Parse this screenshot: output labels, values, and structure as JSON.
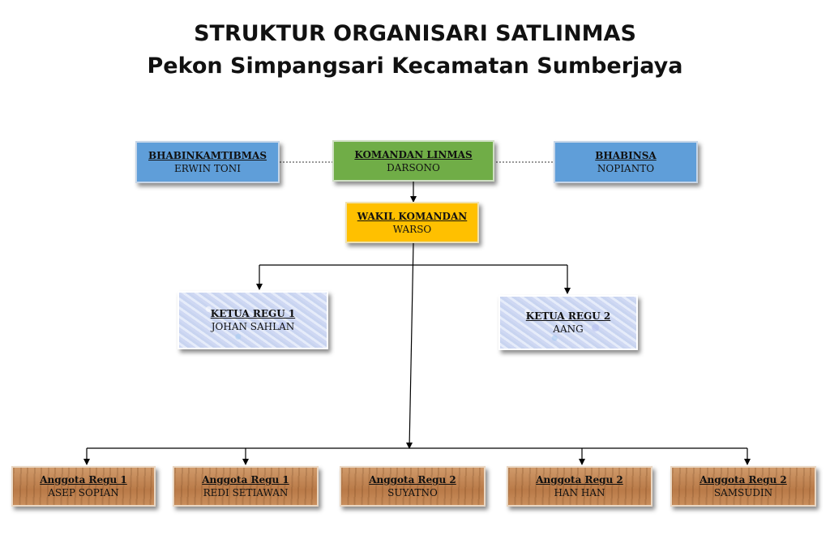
{
  "title": {
    "line1": "STRUKTUR ORGANISARI SATLINMAS",
    "line2": "Pekon Simpangsari Kecamatan Sumberjaya"
  },
  "nodes": {
    "bhabinkamtibmas": {
      "role": "BHABINKAMTIBMAS",
      "name": "ERWIN TONI"
    },
    "komandan": {
      "role": "KOMANDAN LINMAS",
      "name": "DARSONO"
    },
    "bhabinsa": {
      "role": "BHABINSA",
      "name": "NOPIANTO"
    },
    "wakil": {
      "role": "WAKIL KOMANDAN",
      "name": "WARSO"
    },
    "ketua1": {
      "role": "KETUA REGU 1",
      "name": "JOHAN SAHLAN"
    },
    "ketua2": {
      "role": "KETUA REGU 2",
      "name": "AANG"
    },
    "anggota": [
      {
        "role": "Anggota Regu 1",
        "name": "ASEP SOPIAN"
      },
      {
        "role": "Anggota Regu 1",
        "name": "REDI SETIAWAN"
      },
      {
        "role": "Anggota Regu 2",
        "name": "SUYATNO"
      },
      {
        "role": "Anggota Regu 2",
        "name": "HAN HAN"
      },
      {
        "role": "Anggota Regu 2",
        "name": "SAMSUDIN"
      }
    ]
  },
  "colors": {
    "blue": "#5f9ed9",
    "green": "#70ad47",
    "gold": "#ffc000"
  }
}
